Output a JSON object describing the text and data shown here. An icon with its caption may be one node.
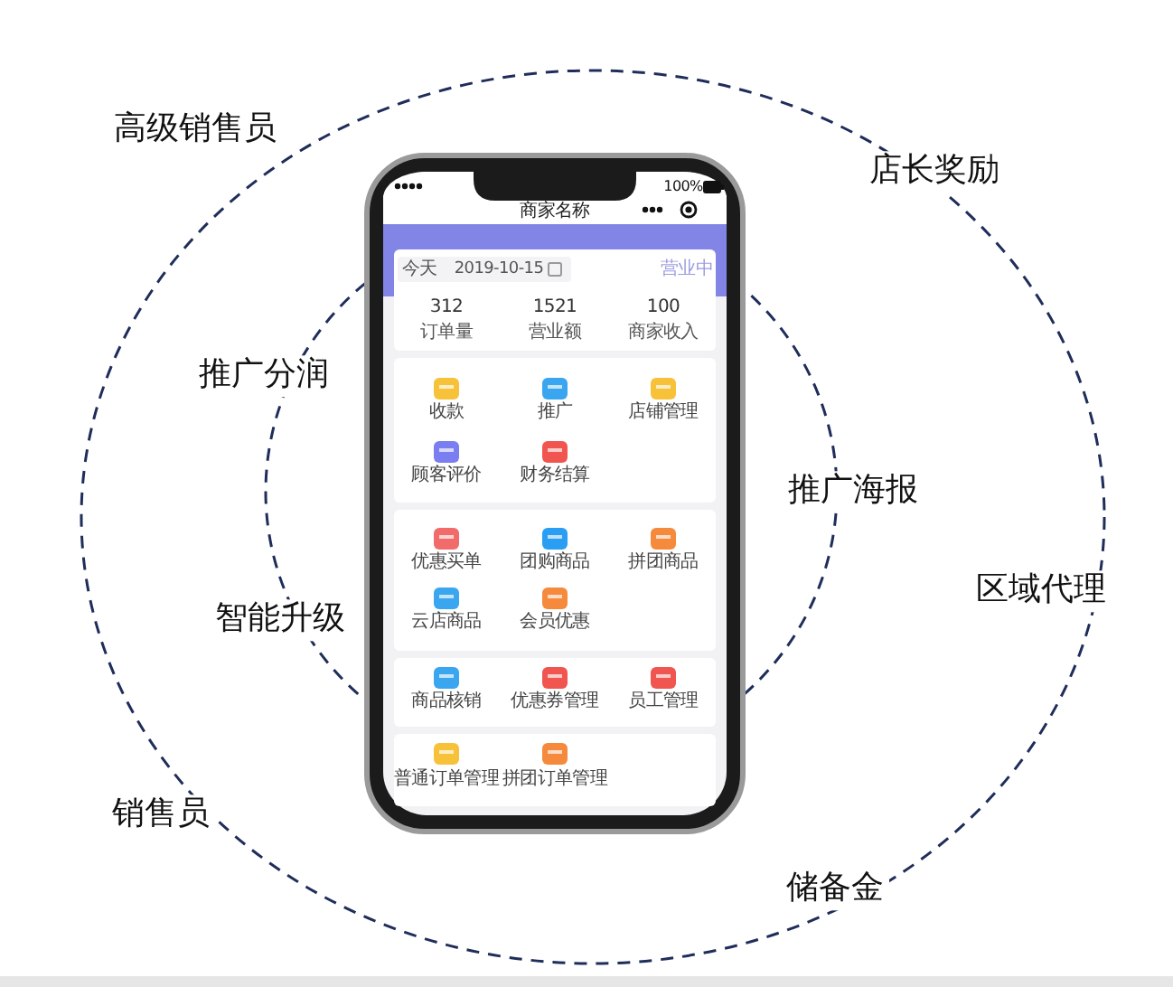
{
  "diagram": {
    "labels": [
      "高级销售员",
      "店长奖励",
      "推广分润",
      "推广海报",
      "区域代理",
      "智能升级",
      "销售员",
      "储备金",
      "100%",
      "商家名称",
      "今天",
      "2019-10-15",
      "营业中",
      "312",
      "订单量",
      "1521",
      "营业额",
      "100",
      "商家收入",
      "收款",
      "推广",
      "店铺管理",
      "顾客评价",
      "财务结算",
      "优惠买单",
      "团购商品",
      "拼团商品",
      "云店商品",
      "会员优惠",
      "商品核销",
      "优惠券管理",
      "员工管理",
      "普通订单管理",
      "拼团订单管理"
    ]
  }
}
